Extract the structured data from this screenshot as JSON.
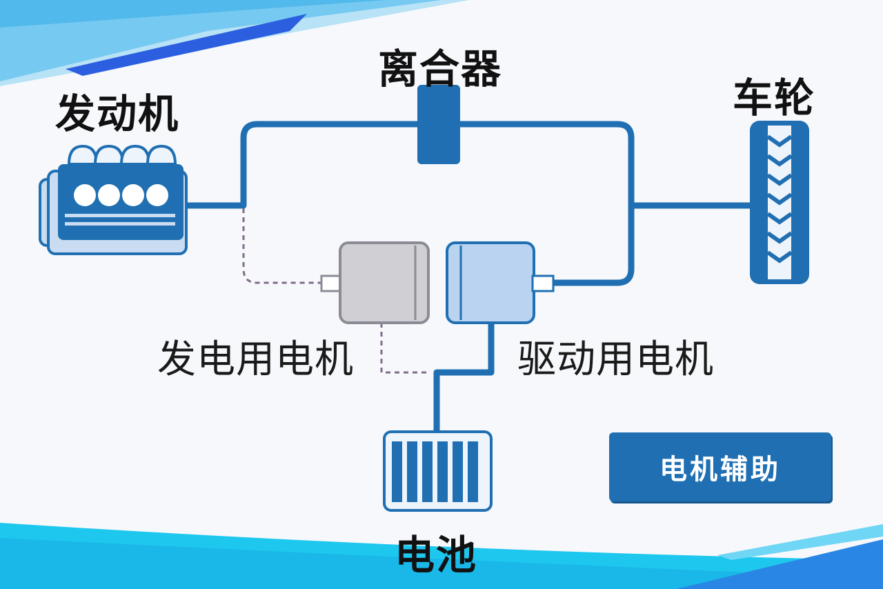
{
  "labels": {
    "engine": "发动机",
    "clutch": "离合器",
    "wheel": "车轮",
    "generator_motor": "发电用电机",
    "drive_motor": "驱动用电机",
    "battery": "电池"
  },
  "badge": {
    "text": "电机辅助"
  },
  "colors": {
    "primary_blue": "#1f6fb2",
    "light_blue_fill": "#c9dcf2",
    "generator_gray": "#cfcfd4",
    "dashed_line": "#7f6b8a",
    "banner_cyan": "#1ec7ee",
    "banner_blue": "#2c5fe0"
  },
  "icons": {
    "engine": "engine-icon",
    "clutch": "clutch-icon",
    "wheel": "tire-icon",
    "generator_motor": "generator-motor-icon",
    "drive_motor": "drive-motor-icon",
    "battery": "battery-icon"
  }
}
